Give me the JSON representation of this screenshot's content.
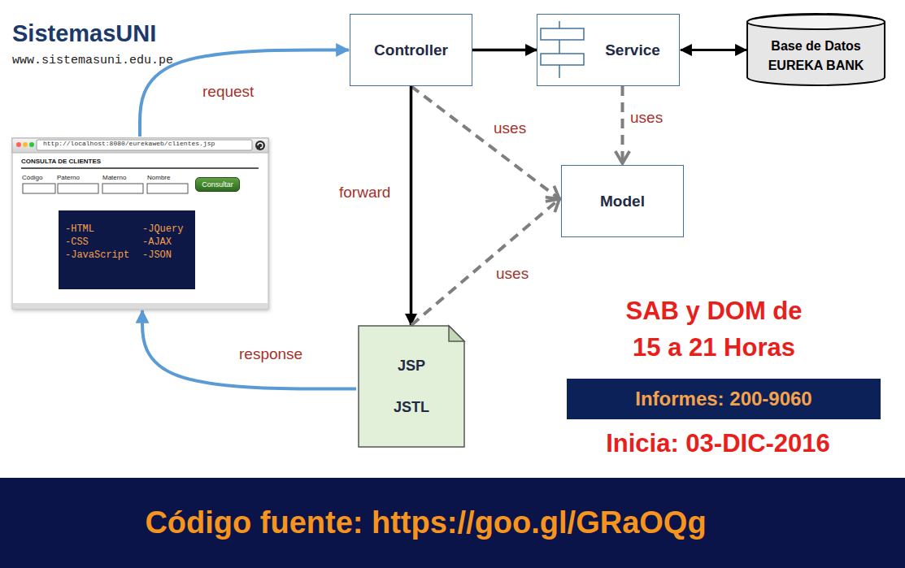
{
  "diagram": {
    "title": "SistemasUNI",
    "nodes": [
      {
        "text": [
          "Controller"
        ]
      },
      {
        "text": [
          "Service"
        ]
      },
      {
        "text": [
          "Base de Datos EUREKA BANK"
        ]
      },
      {
        "text": [
          "http://localhost:8080/eurekaweb/clientes.jsp",
          "CONSULTA DE CLIENTES",
          "Código",
          "Paterno",
          "Materno",
          "Nombre"
        ]
      },
      {
        "text": [
          "Consultar"
        ],
        "in": 3
      },
      {
        "text": [
          "-HTML",
          "-JQuery",
          "-CSS",
          "-AJAX",
          "-JavaScript",
          "-JSON"
        ],
        "in": 3
      },
      {
        "text": [
          "Model"
        ]
      },
      {
        "text": [
          "JSP",
          "JSTL"
        ]
      },
      {
        "text": [
          "Informes: 200-9060"
        ]
      },
      {
        "text": [
          "Código fuente: https://goo.gl/GRaOQg"
        ]
      }
    ],
    "edges": [
      {
        "from": 3,
        "to": 0,
        "label": "request",
        "arrow": "to"
      },
      {
        "from": 0,
        "to": 1,
        "arrow": "to"
      },
      {
        "from": 1,
        "to": 2,
        "arrow": "both"
      },
      {
        "from": 0,
        "to": 6,
        "label": "uses",
        "arrow": "to"
      },
      {
        "from": 1,
        "to": 6,
        "label": "uses",
        "arrow": "to"
      },
      {
        "from": 0,
        "to": 7,
        "label": "forward",
        "arrow": "to"
      },
      {
        "from": 7,
        "to": 6,
        "label": "uses",
        "arrow": "to"
      },
      {
        "from": 7,
        "to": 3,
        "label": "response",
        "arrow": "to"
      }
    ],
    "labels": [
      "www.sistemasuni.edu.pe",
      "SAB y DOM de 15 a 21 Horas",
      "Inicia: 03-DIC-2016"
    ]
  }
}
